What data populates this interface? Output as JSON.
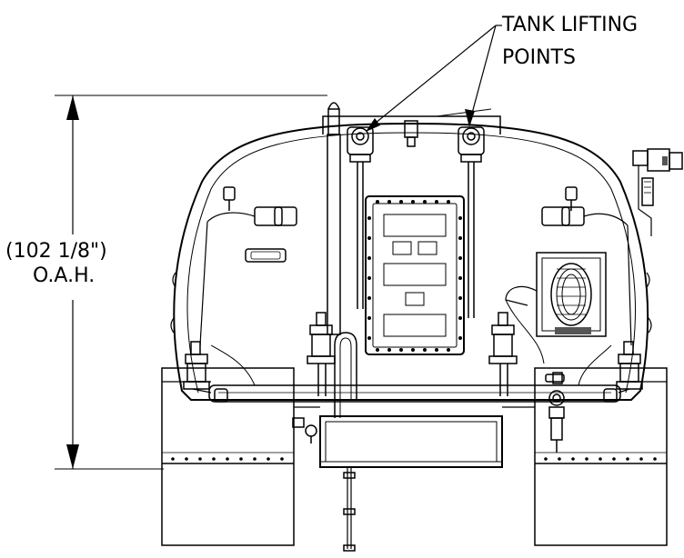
{
  "callout": {
    "line1": "TANK LIFTING",
    "line2": "POINTS"
  },
  "dimension": {
    "value": "(102 1/8\")",
    "unit": "O.A.H."
  },
  "colors": {
    "ink": "#000000",
    "background": "#ffffff",
    "hatch": "#555555"
  }
}
